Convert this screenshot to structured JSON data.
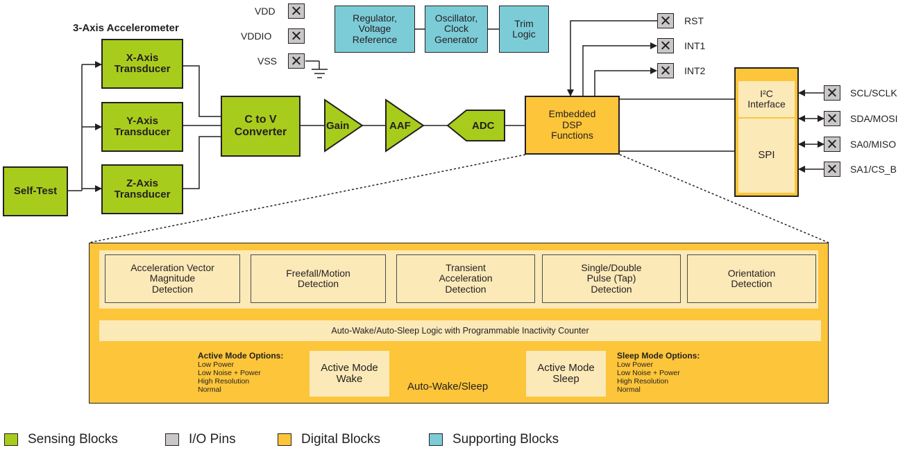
{
  "colors": {
    "sensing": "#a8cc1c",
    "io_pin": "#c9c7c8",
    "digital": "#fcc53a",
    "supporting": "#7cccd8",
    "digital_light": "#fce9b8"
  },
  "accelerometer": {
    "title": "3-Axis Accelerometer",
    "x_axis": "X-Axis\nTransducer",
    "y_axis": "Y-Axis\nTransducer",
    "z_axis": "Z-Axis\nTransducer"
  },
  "self_test": "Self-Test",
  "c_to_v": "C to V\nConverter",
  "gain": "Gain",
  "aaf": "AAF",
  "adc": "ADC",
  "dsp": "Embedded\nDSP\nFunctions",
  "power_pins": [
    "VDD",
    "VDDIO",
    "VSS"
  ],
  "supporting": {
    "regulator": "Regulator,\nVoltage\nReference",
    "oscillator": "Oscillator,\nClock\nGenerator",
    "trim": "Trim\nLogic"
  },
  "interrupt_pins": [
    "RST",
    "INT1",
    "INT2"
  ],
  "interface": {
    "i2c": "I²C\nInterface",
    "spi": "SPI"
  },
  "comm_pins": [
    "SCL/SCLK",
    "SDA/MOSI",
    "SA0/MISO",
    "SA1/CS_B"
  ],
  "dsp_detail": {
    "functions": [
      "Acceleration Vector\nMagnitude\nDetection",
      "Freefall/Motion\nDetection",
      "Transient\nAcceleration\nDetection",
      "Single/Double\nPulse (Tap)\nDetection",
      "Orientation\nDetection"
    ],
    "auto_logic": "Auto-Wake/Auto-Sleep Logic with Programmable Inactivity Counter",
    "active_options_title": "Active Mode Options:",
    "sleep_options_title": "Sleep Mode Options:",
    "mode_options": [
      "Low Power",
      "Low Noise + Power",
      "High Resolution",
      "Normal"
    ],
    "active_wake": "Active Mode\nWake",
    "active_sleep": "Active Mode\nSleep",
    "auto_wake_sleep": "Auto-Wake/Sleep"
  },
  "legend": [
    "Sensing Blocks",
    "I/O Pins",
    "Digital Blocks",
    "Supporting Blocks"
  ]
}
